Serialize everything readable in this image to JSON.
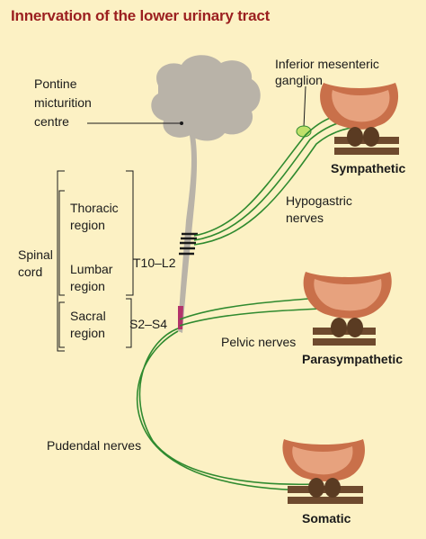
{
  "title": "Innervation of the lower urinary tract",
  "labels": {
    "pontine": "Pontine",
    "micturition": "micturition",
    "centre": "centre",
    "ganglion_l1": "Inferior mesenteric",
    "ganglion_l2": "ganglion",
    "sympathetic": "Sympathetic",
    "hypogastric_l1": "Hypogastric",
    "hypogastric_l2": "nerves",
    "thoracic_l1": "Thoracic",
    "thoracic_l2": "region",
    "lumbar_l1": "Lumbar",
    "lumbar_l2": "region",
    "spinal_l1": "Spinal",
    "spinal_l2": "cord",
    "t10_l2": "T10–L2",
    "sacral_l1": "Sacral",
    "sacral_l2": "region",
    "s2_s4": "S2–S4",
    "pelvic": "Pelvic nerves",
    "parasympathetic": "Parasympathetic",
    "pudendal": "Pudendal nerves",
    "somatic": "Somatic"
  },
  "colors": {
    "title": "#9b1f1f",
    "background": "#fcf1c4",
    "brain": "#b9b3a8",
    "nerve": "#2f8a2f",
    "bladder_outer": "#c9704a",
    "bladder_inner": "#e7a27e",
    "sacral_segment": "#b3336b"
  }
}
